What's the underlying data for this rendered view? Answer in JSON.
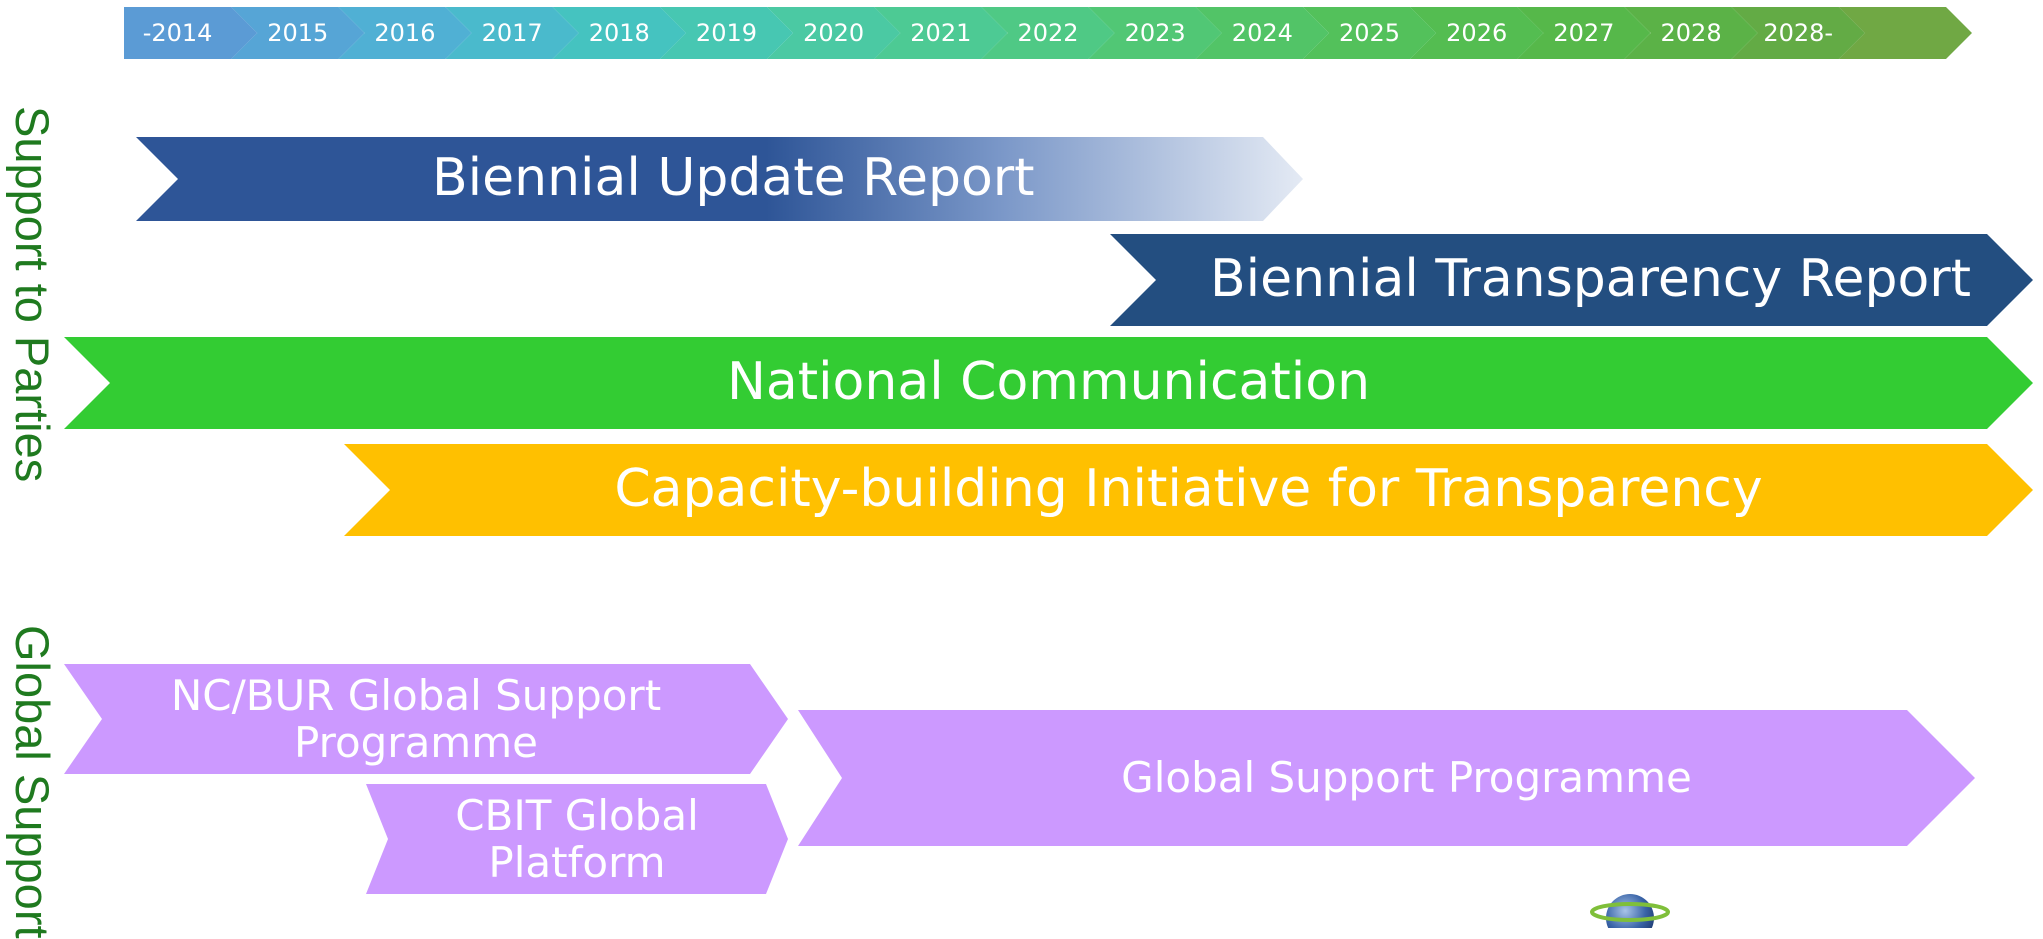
{
  "timeline": {
    "years": [
      "-2014",
      "2015",
      "2016",
      "2017",
      "2018",
      "2019",
      "2020",
      "2021",
      "2022",
      "2023",
      "2024",
      "2025",
      "2026",
      "2027",
      "2028",
      "2028-",
      ""
    ],
    "colors": [
      "#5b9bd5",
      "#56a5d6",
      "#50b0d4",
      "#4abacc",
      "#45c3c0",
      "#47c7b2",
      "#4bc9a3",
      "#4dca94",
      "#4fc985",
      "#51c775",
      "#52c467",
      "#53c15b",
      "#54bd51",
      "#56b84a",
      "#5bb247",
      "#63ab45",
      "#70a844"
    ]
  },
  "side_labels": {
    "parties": "Support to Parties",
    "global": "Global Support"
  },
  "arrows": {
    "bur": "Biennial Update Report",
    "btr": "Biennial Transparency Report",
    "nc": "National Communication",
    "cbit": "Capacity-building Initiative for Transparency",
    "ncbur_line1": "NC/BUR Global Support",
    "ncbur_line2": "Programme",
    "cbitgp_line1": "CBIT Global",
    "cbitgp_line2": "Platform",
    "gsp": "Global Support Programme"
  },
  "colors": {
    "bur": "#2e5597",
    "btr": "#234e80",
    "nc": "#33cc33",
    "cbit": "#ffc000",
    "global_support": "#cc99ff",
    "side_label": "#1f7a1f"
  }
}
